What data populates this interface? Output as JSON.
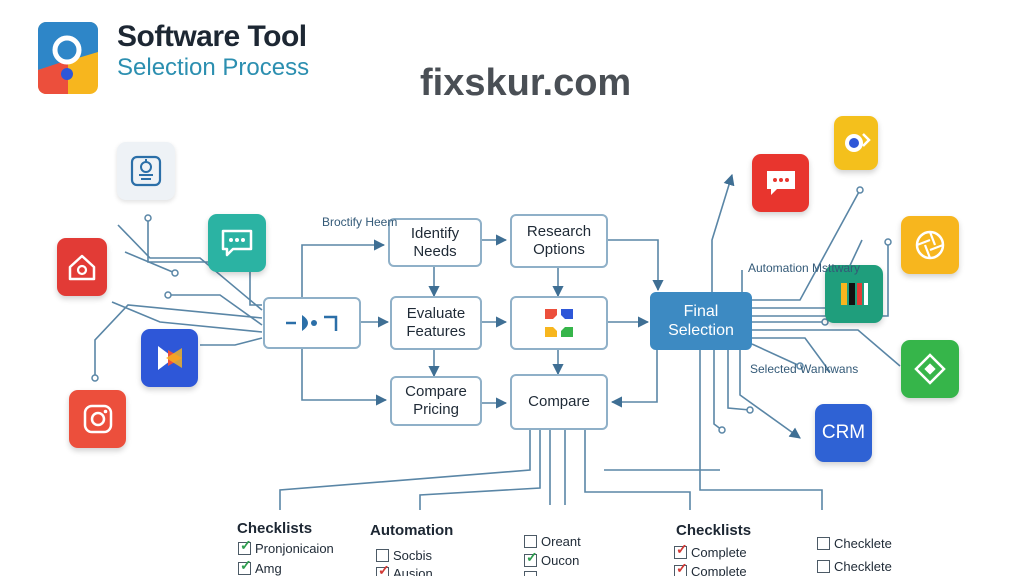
{
  "header": {
    "title_line1": "Software Tool",
    "title_line2": "Selection Process",
    "watermark": "fixskur.com"
  },
  "flow": {
    "identify": "Identify\nNeeds",
    "research": "Research\nOptions",
    "evaluate": "Evaluate\nFeatures",
    "compare_pricing": "Compare\nPricing",
    "compare": "Compare",
    "final": "Final\nSelection"
  },
  "notes": {
    "left": "Broctify\nHeem",
    "right_top": "Automation\nMsttwary",
    "right_bottom": "Selected\nWankwans"
  },
  "app_tiles": [
    {
      "icon": "robot-icon",
      "color": "#eef2f6"
    },
    {
      "icon": "chat-icon",
      "color": "#2bb3a3"
    },
    {
      "icon": "home-icon",
      "color": "#e23b36"
    },
    {
      "icon": "kite-icon",
      "color": "#2e57d8"
    },
    {
      "icon": "camera-icon",
      "color": "#ec4f3c"
    },
    {
      "icon": "chat-icon",
      "color": "#e8352e"
    },
    {
      "icon": "badge-icon",
      "color": "#f4c01c"
    },
    {
      "icon": "aperture-icon",
      "color": "#f7b61e"
    },
    {
      "icon": "bars-icon",
      "color": "#1f9e7c"
    },
    {
      "icon": "grid-icon",
      "color": "#36b54a"
    },
    {
      "icon": "crm-icon",
      "color": "#2f62d4",
      "label": "CRM"
    }
  ],
  "checklists": [
    {
      "header": "Checklists",
      "items": [
        {
          "label": "Pronjonicaion",
          "state": "checked"
        },
        {
          "label": "Amg",
          "state": "checked"
        }
      ]
    },
    {
      "header": "Automation",
      "items": [
        {
          "label": "Socbis",
          "state": "empty"
        },
        {
          "label": "Ausion",
          "state": "crossed"
        }
      ]
    },
    {
      "header": "",
      "items": [
        {
          "label": "Oreant",
          "state": "empty"
        },
        {
          "label": "Oucon",
          "state": "checked"
        },
        {
          "label": "",
          "state": "empty"
        }
      ]
    },
    {
      "header": "Checklists",
      "items": [
        {
          "label": "Complete",
          "state": "crossed"
        },
        {
          "label": "Complete",
          "state": "crossed"
        }
      ]
    },
    {
      "header": "",
      "items": [
        {
          "label": "Checklete",
          "state": "empty"
        },
        {
          "label": "Checklete",
          "state": "empty"
        }
      ]
    }
  ],
  "colors": {
    "accent": "#3d8ac2",
    "box_border": "#8fb0c8",
    "wire": "#5a86a6",
    "check_green": "#2e9e4f",
    "check_red": "#d23a36"
  }
}
